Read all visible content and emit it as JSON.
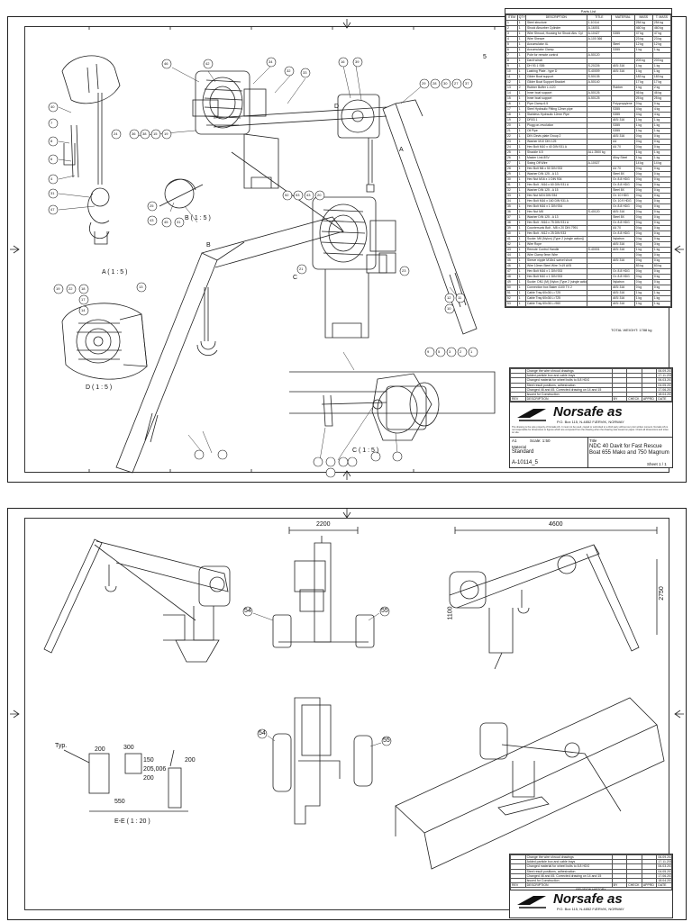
{
  "parts_list": {
    "title": "Parts List",
    "columns": [
      "ITEM",
      "QTY",
      "DESCRIPTION",
      "TITLE",
      "MATERIAL",
      "MASS",
      "T. MASS"
    ],
    "rows": [
      [
        "1",
        "1",
        "Steel structure",
        "1-10114",
        "",
        "254 kg",
        "254 kg"
      ],
      [
        "2",
        "1",
        "Shock Absorber Cylinder",
        "A-16001",
        "",
        "460 kg",
        "460 kg"
      ],
      [
        "3",
        "1",
        "Wire Shroud, Housing for Shock Abs. Cyl",
        "A-10427",
        "S355",
        "47 kg",
        "47 kg"
      ],
      [
        "4",
        "1",
        "Wire Sheave",
        "A-100 366",
        "",
        "23 kg",
        "23 kg"
      ],
      [
        "5",
        "1",
        "Accumulator 4L",
        "",
        "Steel",
        "12 kg",
        "12 kg"
      ],
      [
        "6",
        "1",
        "Accumulator Clamp",
        "",
        "S355",
        "1 kg",
        "1 kg"
      ],
      [
        "7",
        "1",
        "Pole for remote control",
        "A-50120",
        "",
        "",
        ""
      ],
      [
        "8",
        "1",
        "Davit winch",
        "",
        "",
        "203 kg",
        "203 kg"
      ],
      [
        "9",
        "1",
        "DH 93 1 S55",
        "S-20226",
        "AISI 316",
        "1 kg",
        "1 kg"
      ],
      [
        "10",
        "1",
        "Lashing Plate - type D",
        "S-40009",
        "AISI 316",
        "1 kg",
        "1 kg"
      ],
      [
        "11",
        "1",
        "Glider Boat support",
        "S-50135",
        "",
        "183 kg",
        "183 kg"
      ],
      [
        "12",
        "1",
        "Glider Boat Support Bracket",
        "A-50140",
        "",
        "17 kg",
        "17 kg"
      ],
      [
        "13",
        "2",
        "Rubber Buffer L=120",
        "",
        "Rubber",
        "1 kg",
        "2 kg"
      ],
      [
        "14",
        "1",
        "Inner boat support",
        "A-50126",
        "",
        "46 kg",
        "46 kg"
      ],
      [
        "15",
        "1",
        "Inner boat support",
        "A-50125",
        "",
        "25 kg",
        "25 kg"
      ],
      [
        "16",
        "1",
        "Pipe Clamp 6.5",
        "",
        "Polypropylene",
        "0 kg",
        "0 kg"
      ],
      [
        "17",
        "1",
        "Steel Hydraulic Fitting 12mm pipe",
        "",
        "S355",
        "4 kg",
        "4 kg"
      ],
      [
        "18",
        "1",
        "Stainless Hydraulic 12mm Pipe",
        "",
        "S355",
        "4 kg",
        "4 kg"
      ],
      [
        "19",
        "2",
        "DR03 1",
        "",
        "AISI 316",
        "1 kg",
        "1 kg"
      ],
      [
        "20",
        "1",
        "Plugg on-revolution",
        "",
        "S355",
        "1 kg",
        "1 kg"
      ],
      [
        "21",
        "1",
        "Oil Pipe",
        "",
        "S355",
        "1 kg",
        "1 kg"
      ],
      [
        "22",
        "1",
        "DIN Clevis plate Group 2",
        "",
        "AISI 316",
        "0 kg",
        "0 kg"
      ],
      [
        "23",
        "1",
        "Washer M10 DIN 125",
        "",
        "A4",
        "0 kg",
        "0 kg"
      ],
      [
        "24",
        "1",
        "Hex Bolt M10 x 40 DIN 931 A",
        "",
        "A4 70",
        "0 kg",
        "0 kg"
      ],
      [
        "25",
        "1",
        "Shackle 6.5",
        "ALL 2500 kg",
        "",
        "1 kg",
        "1 kg"
      ],
      [
        "26",
        "1",
        "Master Link 8SV",
        "",
        "Alloy Steel",
        "1 kg",
        "1 kg"
      ],
      [
        "27",
        "1",
        "Swing Off Wire",
        "A-10027",
        "",
        "14 kg",
        "14 kg"
      ],
      [
        "28",
        "1",
        "Hex Bolt M6 x 50 DIN 933",
        "",
        "A4 70",
        "0 kg",
        "0 kg"
      ],
      [
        "29",
        "1",
        "Washer DIN 125 - A 13",
        "",
        "Steel 8X",
        "0 kg",
        "0 kg"
      ],
      [
        "30",
        "1",
        "Hex Nut M16 x 1 DIN 934",
        "",
        "Gr. 8.8 HDG",
        "0 kg",
        "0 kg"
      ],
      [
        "31",
        "1",
        "Hex Bolt - M16 x 60 DIN 931 A",
        "",
        "Gr. 8.8 HDG",
        "0 kg",
        "0 kg"
      ],
      [
        "32",
        "1",
        "Washer DIN 125 - A 15",
        "",
        "Steel 8X",
        "0 kg",
        "0 kg"
      ],
      [
        "33",
        "1",
        "Hex Nut M24 DIN 934",
        "",
        "Gr. 10 HDG",
        "0 kg",
        "0 kg"
      ],
      [
        "34",
        "1",
        "Hex Bolt M16 x 160 DIN 931 A",
        "",
        "Gr. 10.9 HDG",
        "0 kg",
        "0 kg"
      ],
      [
        "35",
        "1",
        "Hex Bolt M16 x 1 DIN 934",
        "",
        "Gr. 8.8 HDG",
        "0 kg",
        "0 kg"
      ],
      [
        "36",
        "1",
        "Hex Nut M8",
        "S-40120",
        "AISI 316",
        "0 kg",
        "0 kg"
      ],
      [
        "37",
        "1",
        "Washer DIN 125 - A 13",
        "",
        "Steel 8X",
        "0 kg",
        "0 kg"
      ],
      [
        "38",
        "1",
        "Hex Bolt - M16 x 75 DIN 931 A",
        "",
        "Gr. 8.8 HDG",
        "0 kg",
        "0 kg"
      ],
      [
        "39",
        "1",
        "Countersunk Bolt - M8 x 20 DIN 7991",
        "",
        "A4 70",
        "0 kg",
        "0 kg"
      ],
      [
        "40",
        "1",
        "Hex Bolt - M12 x 25 DIN 933",
        "",
        "Gr. 8.8 HDG",
        "0 kg",
        "0 kg"
      ],
      [
        "41",
        "1",
        "Sucke: M6 (Nylon) (Type 2 (single action))",
        "",
        "Nylatron",
        "0 kg",
        "0 kg"
      ],
      [
        "42",
        "1",
        "Wire Rope",
        "",
        "AISI 316",
        "3 kg",
        "3 kg"
      ],
      [
        "43",
        "1",
        "Remote Control Handle",
        "S-40001",
        "AISI 316",
        "1 kg",
        "1 kg"
      ],
      [
        "44",
        "1",
        "Wire Clamp 9mm Wire",
        "",
        "",
        "0 kg",
        "0 kg"
      ],
      [
        "45",
        "1",
        "Sleeve nipple M18x1 swivel short",
        "",
        "AISI 316",
        "0 kg",
        "0 kg"
      ],
      [
        "46",
        "1",
        "Wire 10mm Steel Wire 7x19 AISI",
        "",
        "",
        "83 kg",
        "83 kg"
      ],
      [
        "47",
        "1",
        "Hex Bolt M16 x 1 DIN 933",
        "",
        "Gr. 8.8 HDG",
        "0 kg",
        "0 kg"
      ],
      [
        "48",
        "1",
        "Hex Bolt M10 x 1 DIN 933",
        "",
        "Gr. 8.8 HDG",
        "0 kg",
        "0 kg"
      ],
      [
        "49",
        "1",
        "Sucke: DN1 (M) (Nylon (Type 2 (single action))",
        "",
        "Nylatron",
        "0 kg",
        "0 kg"
      ],
      [
        "50",
        "1",
        "Connection box Baker 4100 TX 2",
        "",
        "AISI 316",
        "0 kg",
        "0 kg"
      ],
      [
        "51",
        "1",
        "Cable Tray 60x36 L=725",
        "",
        "AISI 316",
        "1 kg",
        "1 kg"
      ],
      [
        "52",
        "1",
        "Cable Tray 60x36 L=725",
        "",
        "AISI 316",
        "1 kg",
        "1 kg"
      ],
      [
        "53",
        "1",
        "Cable Tray 60x36 L=960",
        "",
        "AISI 316",
        "1 kg",
        "1 kg"
      ]
    ],
    "total_weight": "TOTAL WEIGHT: 1788 kg"
  },
  "sheet1": {
    "tag": "5",
    "views": {
      "detail_a": "A ( 1 : 5 )",
      "detail_b": "B ( 1 : 5 )",
      "detail_c": "C ( 1 : 5 )",
      "detail_d": "D ( 1 : 5 )"
    },
    "callouts": [
      "40",
      "7",
      "8",
      "6",
      "4",
      "31",
      "47",
      "46",
      "42",
      "34",
      "32",
      "33",
      "16",
      "39",
      "29",
      "28",
      "30",
      "27",
      "37",
      "36",
      "38",
      "15",
      "19",
      "24",
      "25",
      "43",
      "45",
      "31",
      "52",
      "53",
      "43",
      "20",
      "21",
      "23",
      "19",
      "22",
      "18",
      "17",
      "14",
      "13",
      "12",
      "11",
      "10",
      "9",
      "5",
      "3",
      "2",
      "1"
    ],
    "letters": [
      "A",
      "B",
      "C",
      "D"
    ]
  },
  "revisions": {
    "rows": [
      [
        "",
        "Change the wire shroud drawings",
        "",
        "",
        "",
        "06.09.2015"
      ],
      [
        "",
        "Added particle box and cable trays",
        "",
        "",
        "",
        "17.11.2015"
      ],
      [
        "",
        "Changed material for wheel bolts to 8.8 HDG",
        "",
        "",
        "",
        "06.03.2016"
      ],
      [
        "",
        "Steel result positions, adhesivation",
        "",
        "",
        "",
        "04.05.2016"
      ],
      [
        "",
        "Changed 46 and 45. Corrected drawing on 14 and 15",
        "",
        "",
        "",
        "17.06.2016"
      ],
      [
        "",
        "Issued for Construction",
        "",
        "",
        "",
        "18.04.2014"
      ]
    ],
    "header": [
      "REV",
      "DESCRIPTION",
      "BY",
      "CHECK",
      "APPRD",
      "DATE"
    ],
    "footer": "REVISION HISTORY"
  },
  "title_block": {
    "company": "Norsafe as",
    "address": "P.O. Box 115, N-4852 FÆRVIK, NORWAY",
    "fine_print": "The drawing is the sole property of Norsafe AS. It must not be used, copied or submitted to a third party without our prior written consent. Norsafe AS is not responsible for dimensions or figures which are computed from the drawing when the drawing was issued on paper. Check all dimensions and sizes on site.",
    "scale": "Scale: 1:50",
    "size": "A1",
    "material_label": "Material",
    "material_value": "Standard",
    "title_label": "Title",
    "title_value": "NDC 40 Davit for Fast Rescue Boat 655 Mako and 750 Magnum",
    "drawing_no": "A-10114_5",
    "sheet": "Sheet 1 / 1"
  },
  "sheet2": {
    "dims": {
      "top_left": "2200",
      "top_right": "4600",
      "height_center": "1100",
      "height_right": "2750",
      "detail_dim_1": "300",
      "detail_dim_2": "200",
      "detail_dim_3": "150",
      "detail_dim_4": "200",
      "detail_dim_5": "550",
      "detail_dim_6": "200",
      "detail_dim_7": "205,006"
    },
    "callouts": [
      "54",
      "55",
      "54",
      "55"
    ],
    "view_e": "E-E ( 1 : 20 )",
    "typ": "Typ."
  }
}
